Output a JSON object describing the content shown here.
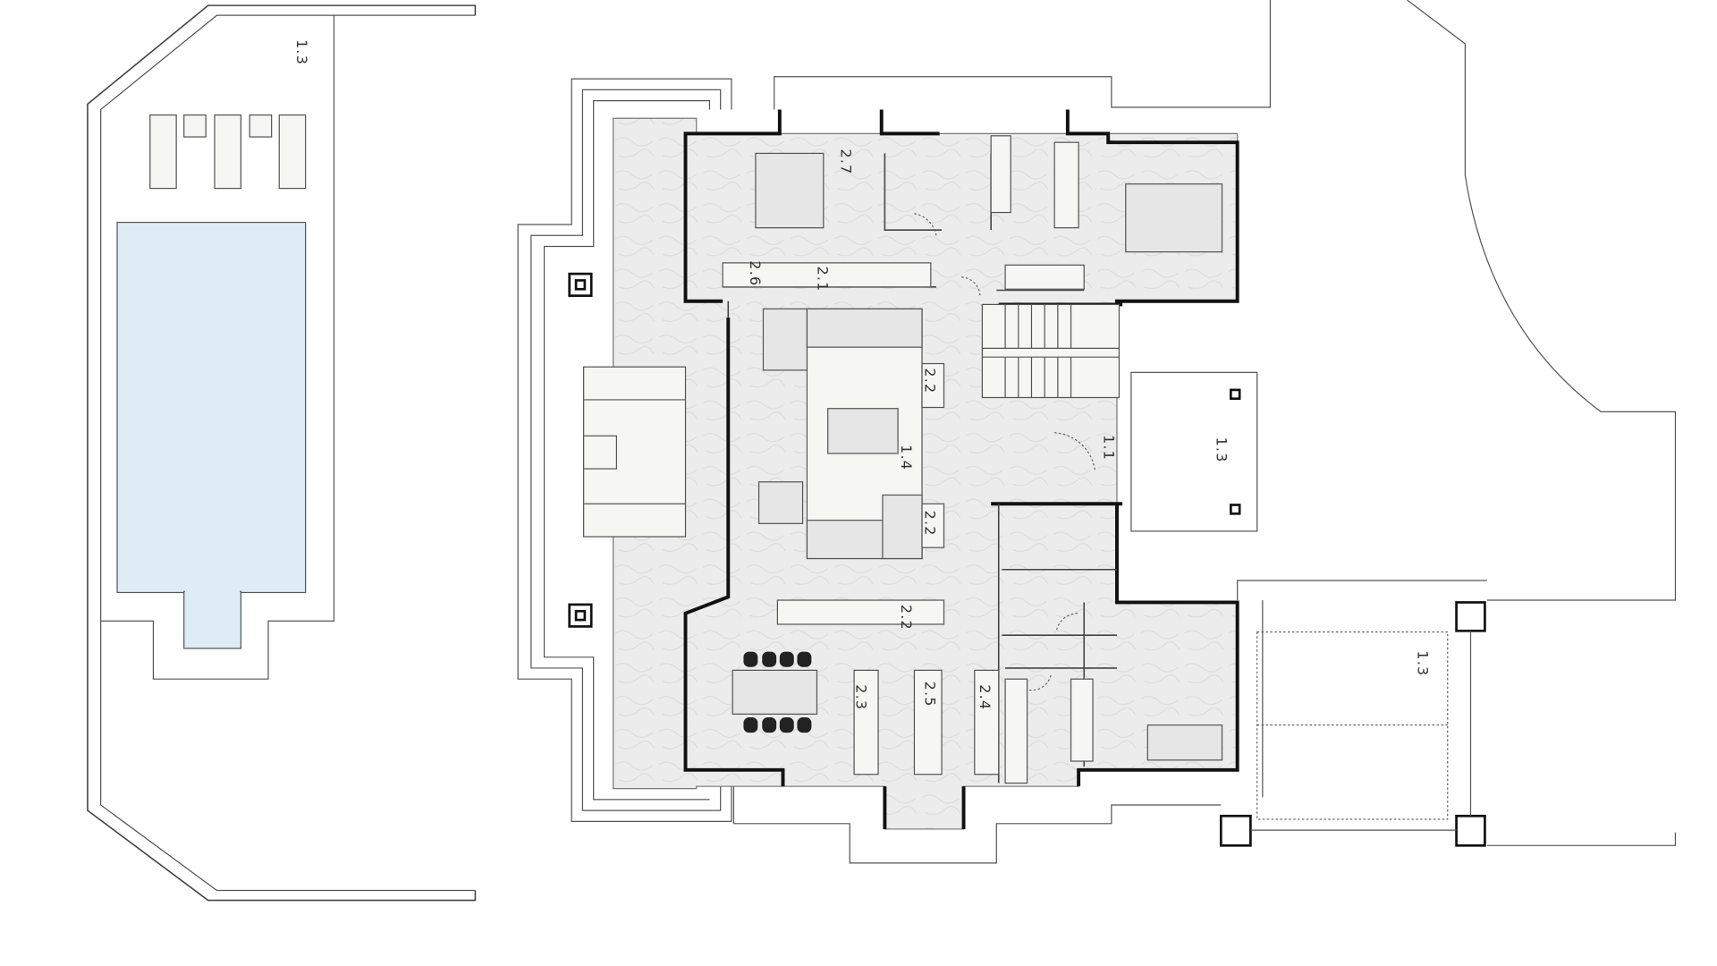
{
  "title": "Ground floor plan",
  "colors": {
    "pool": "#deedf5",
    "floor": "#ececec",
    "wall": "#111111"
  },
  "labels": {
    "terrace_pool": "1.3",
    "room_2_7": "2.7",
    "room_2_6": "2.6",
    "room_2_1": "2.1",
    "room_2_2_a": "2.2",
    "living_1_4": "1.4",
    "room_2_2_b": "2.2",
    "room_2_2_c": "2.2",
    "hall_1_1": "1.1",
    "porch_1_3": "1.3",
    "room_2_3": "2.3",
    "room_2_5": "2.5",
    "room_2_4": "2.4",
    "carport_1_3": "1.3"
  }
}
